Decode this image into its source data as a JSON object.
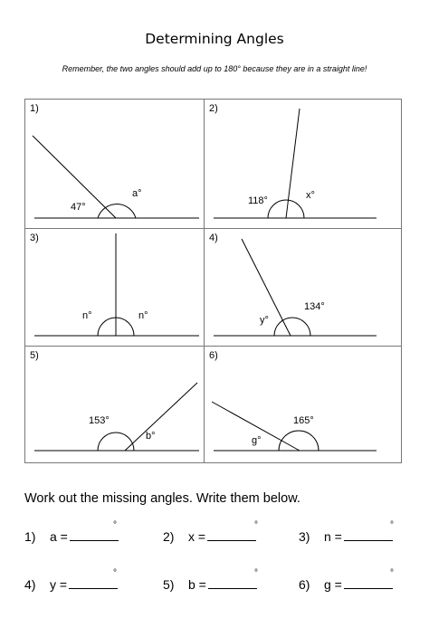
{
  "title": "Determining Angles",
  "subtitle": "Remember, the two angles  should add up to 180° because they are in a straight line!",
  "problems": [
    {
      "number": "1)",
      "labels": [
        "47°",
        "a°"
      ]
    },
    {
      "number": "2)",
      "labels": [
        "118°",
        "x°"
      ]
    },
    {
      "number": "3)",
      "labels": [
        "n°",
        "n°"
      ]
    },
    {
      "number": "4)",
      "labels": [
        "y°",
        "134°"
      ]
    },
    {
      "number": "5)",
      "labels": [
        "153°",
        "b°"
      ]
    },
    {
      "number": "6)",
      "labels": [
        "g°",
        "165°"
      ]
    }
  ],
  "instruction": "Work out the missing angles. Write them below.",
  "answers": [
    {
      "number": "1)",
      "label": "a =",
      "degree": "°"
    },
    {
      "number": "2)",
      "label": "x =",
      "degree": "°"
    },
    {
      "number": "3)",
      "label": "n =",
      "degree": "°"
    },
    {
      "number": "4)",
      "label": "y =",
      "degree": "°"
    },
    {
      "number": "5)",
      "label": "b =",
      "degree": "°"
    },
    {
      "number": "6)",
      "label": "g =",
      "degree": "°"
    }
  ]
}
